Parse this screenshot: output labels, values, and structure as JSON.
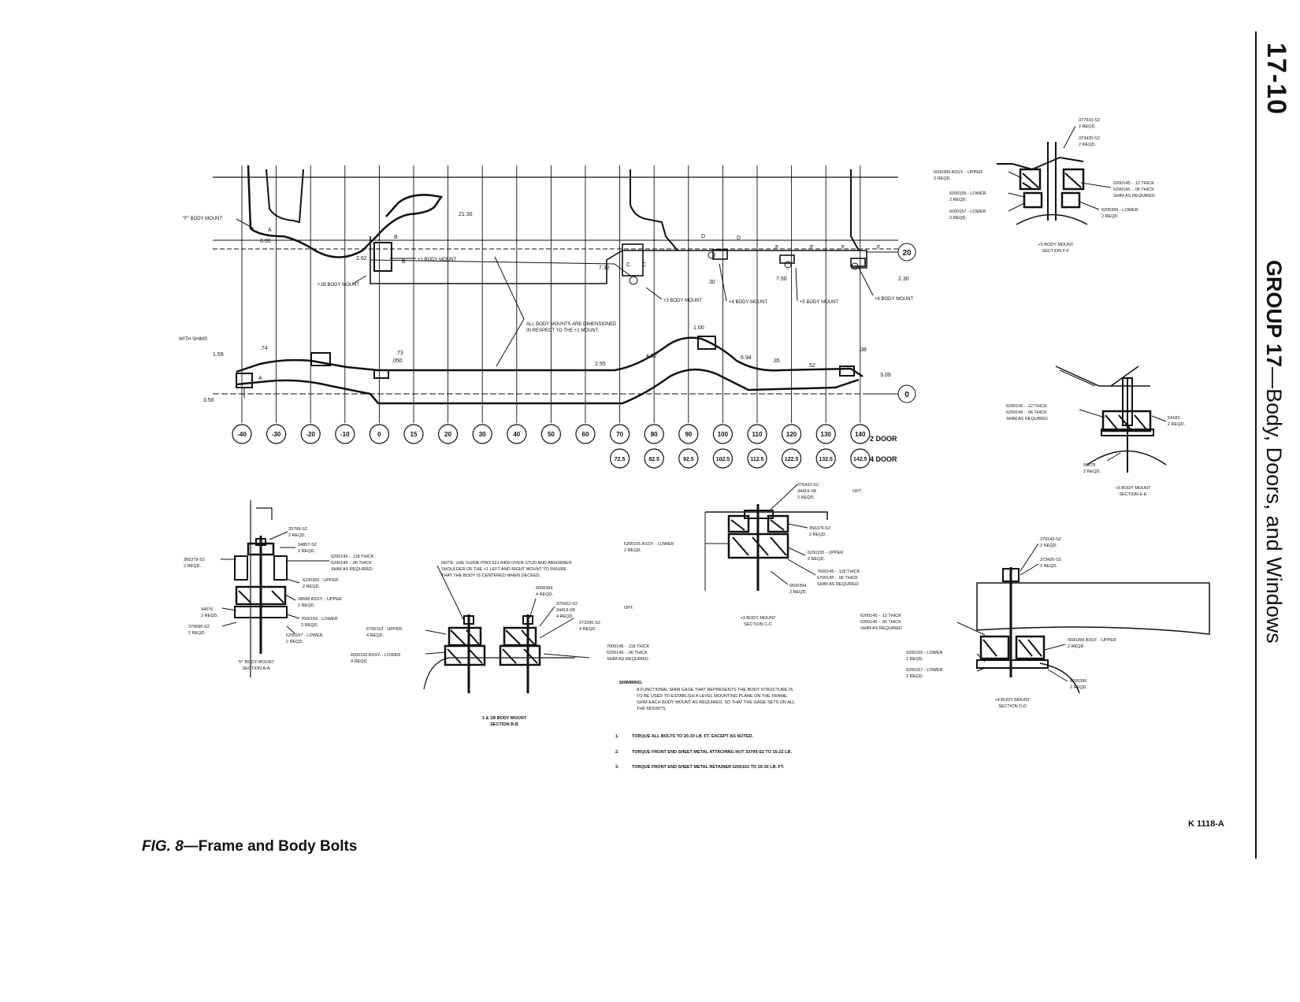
{
  "header": {
    "page_number": "17-10",
    "group_bold": "GROUP 17",
    "group_rest": "—Body, Doors, and Windows"
  },
  "caption": {
    "fig_prefix": "FIG. 8",
    "fig_title": "—Frame and Body Bolts",
    "fig_id": "K 1118-A"
  },
  "dimensions": {
    "top": [
      "21.30",
      "6.06",
      "2.62",
      "7.32",
      "7.50",
      "2.30",
      ".30"
    ],
    "bottom": [
      ".74",
      "1.59",
      "3.56",
      ".73",
      ".050",
      "2.55",
      "4.32",
      "1.00",
      "6.94",
      ".35",
      ".52",
      ".38",
      "3.09"
    ]
  },
  "callouts": {
    "mount_f": "\"F\" BODY MOUNT",
    "mount_1": "+1 BODY MOUNT",
    "mount_1b": "+1B BODY MOUNT",
    "mount_3": "+3 BODY MOUNT",
    "mount_4": "+4 BODY MOUNT",
    "mount_5": "+5 BODY MOUNT",
    "mount_6": "+6 BODY MOUNT",
    "with_shims": "WITH SHIMS",
    "dim_note_1": "ALL BODY MOUNTS ARE DIMENSIONED",
    "dim_note_2": "IN RESPECT TO THE +1 MOUNT."
  },
  "section_letters": [
    "A",
    "A",
    "B",
    "B",
    "C",
    "C",
    "D",
    "D",
    "E",
    "E",
    "F",
    "F"
  ],
  "reference_lines": {
    "top_ref": "20",
    "bottom_ref": "0",
    "stations_2door": [
      "-40",
      "-30",
      "-20",
      "-10",
      "0",
      "15",
      "20",
      "30",
      "40",
      "50",
      "60",
      "70",
      "80",
      "90",
      "100",
      "110",
      "120",
      "130",
      "140"
    ],
    "label_2door": "2 DOOR",
    "stations_4door": [
      "72.5",
      "82.5",
      "92.5",
      "102.5",
      "112.5",
      "122.5",
      "132.5",
      "142.5"
    ],
    "label_4door": "4 DOOR"
  },
  "section_ff": {
    "title": "+5 BODY MOUNT",
    "subtitle": "SECTION F-F",
    "labels": [
      "377910-S2",
      "2 REQD.",
      "373420-S2",
      "2 REQD.",
      "6500396 ASSY. - UPPER",
      "2 REQD.",
      "6200155 - LOWER",
      "2 REQD.",
      "6200157 - LOWER",
      "2 REQD.",
      "6200145 - .12 THICK",
      "6200145 - .06 THICK",
      "SHIM AS REQUIRED",
      "6200396 - LOWER",
      "2 REQD."
    ]
  },
  "section_ee": {
    "title": "+5 BODY MOUNT",
    "subtitle": "SECTION E-E",
    "labels": [
      "6200145 - .12 THICK",
      "6200145 - .06 THICK",
      "SHIM AS REQUIRED",
      "54183",
      "2 REQD.",
      "56078",
      "2 REQD."
    ]
  },
  "section_aa": {
    "title": "\"F\" BODY MOUNT",
    "subtitle": "SECTION A-A",
    "labels": [
      "33799-S2",
      "2 REQD.",
      "34857-S2",
      "2 REQD.",
      "356379-S2",
      "2 REQD.",
      "6200145 - .118 THICK",
      "6200145 - .06 THICK",
      "SHIM AS REQUIRED",
      "6230365 - UPPER",
      "2 REQD.",
      "38698 ASSY. - UPPER",
      "2 REQD.",
      "54076",
      "2 REQD.",
      "379690-S2",
      "2 REQD.",
      "7600155 - LOWER",
      "2 REQD.",
      "6200157 - LOWER",
      "2 REQD."
    ]
  },
  "section_bb": {
    "title": "1 & 1B BODY MOUNT",
    "subtitle": "SECTION B-B",
    "note_1": "NOTE: USE GUIDE PINS 521 8409 OVER STUD AND ABSORBER",
    "note_2": "SHOULDER OF THE +1 LEFT AND RIGHT MOUNT TO INSURE",
    "note_3": "THAT THE BODY IS CENTERED WHEN DECKED.",
    "labels": [
      "6500394",
      "4 REQD.",
      "376422-S2",
      "34419-S8",
      "OPT.",
      "4 REQD.",
      "373290-S2",
      "4 REQD.",
      "6700153 - UPPER",
      "4 REQD.",
      "6500155 ASSY. - LOWER",
      "4 REQD.",
      "7600145 - .118 THICK",
      "6200145 - .06 THICK",
      "SHIM AS REQUIRED"
    ]
  },
  "section_cc": {
    "title": "+3 BODY MOUNT",
    "subtitle": "SECTION C-C",
    "labels": [
      "376422-S2",
      "34419-S8",
      "OPT.",
      "2 REQD.",
      "356379-S2",
      "2 REQD.",
      "6200155 ASSY. - LOWER",
      "2 REQD.",
      "6200155 - UPPER",
      "2 REQD.",
      "7600145 - .118 THICK",
      "6700145 - .06 THICK",
      "SHIM AS REQUIRED",
      "6500394",
      "2 REQD."
    ]
  },
  "section_dd": {
    "title": "+4 BODY MOUNT",
    "subtitle": "SECTION D-D",
    "labels": [
      "379143-S2",
      "2 REQD.",
      "373420-S2",
      "2 REQD.",
      "6200145 - .12 THICK",
      "6200145 - .06 THICK",
      "SHIM AS REQUIRED",
      "6500396 ASSY. - UPPER",
      "2 REQD.",
      "6200155 - LOWER",
      "2 REQD.",
      "6200157 - LOWER",
      "2 REQD.",
      "6200396",
      "2 REQD."
    ]
  },
  "shimming": {
    "heading": "SHIMMING:",
    "lines": [
      "A FUNCTIONAL SHIM GAGE THAT REPRESENTS THE BODY STRUCTURE IS",
      "TO BE USED TO ESTABLISH A LEVEL MOUNTING PLANE ON THE FRAME.",
      "SHIM EACH BODY MOUNT AS REQUIRED, SO THAT THE GAGE SETS ON ALL",
      "THE MOUNTS."
    ]
  },
  "torque_notes": [
    {
      "num": "1.",
      "text": "TORQUE ALL BOLTS TO 20-30 LB. FT. EXCEPT AS NOTED."
    },
    {
      "num": "2.",
      "text": "TORQUE FRONT END SHEET METAL ATTACHING NUT 33799-S2 TO 15-22 LB."
    },
    {
      "num": "3.",
      "text": "TORQUE FRONT END SHEET METAL RETAINER 6200163 TO 20-30 LB. FT."
    }
  ]
}
